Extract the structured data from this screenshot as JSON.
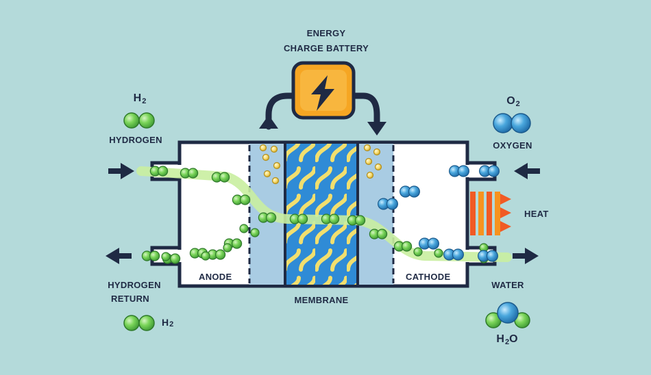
{
  "top": {
    "line1": "ENERGY",
    "line2": "CHARGE BATTERY"
  },
  "left": {
    "input_formula": {
      "base": "H",
      "sub": "2"
    },
    "input_label": "HYDROGEN",
    "output_label_1": "HYDROGEN",
    "output_label_2": "RETURN",
    "output_formula": {
      "base": "H",
      "sub": "2"
    }
  },
  "right": {
    "input_formula": {
      "base": "O",
      "sub": "2"
    },
    "input_label": "OXYGEN",
    "heat_label": "HEAT",
    "output_label": "WATER",
    "output_formula": {
      "base": "H",
      "sub": "2",
      "suffix": "O"
    }
  },
  "cell": {
    "anode_label": "ANODE",
    "cathode_label": "CATHODE",
    "membrane_label": "MEMBRANE"
  },
  "colors": {
    "background": "#b4dada",
    "outline": "#1f2a44",
    "electrolyte": "#a9cce3",
    "membrane": "#2f8bd6",
    "membrane_pattern": "#f2df6e",
    "battery": "#f6a623",
    "hydrogen": "#7bd55a",
    "oxygen": "#4aa7dd",
    "proton": "#f7dc6f",
    "heat": "#f15a24"
  },
  "icons": {
    "battery": "lightning-bolt-icon",
    "hydrogen": "hydrogen-molecule-icon",
    "oxygen": "oxygen-molecule-icon",
    "water": "water-molecule-icon"
  }
}
